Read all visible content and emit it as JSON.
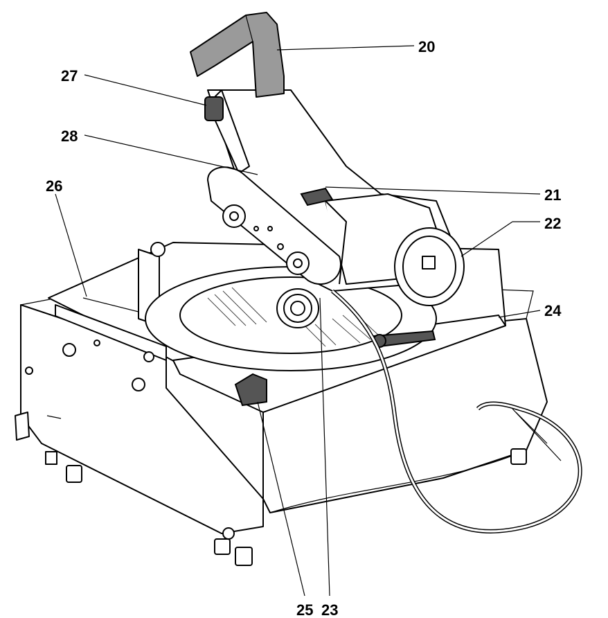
{
  "callouts": [
    {
      "id": "20",
      "label": "20"
    },
    {
      "id": "21",
      "label": "21"
    },
    {
      "id": "22",
      "label": "22"
    },
    {
      "id": "23",
      "label": "23"
    },
    {
      "id": "24",
      "label": "24"
    },
    {
      "id": "25",
      "label": "25"
    },
    {
      "id": "26",
      "label": "26"
    },
    {
      "id": "27",
      "label": "27"
    },
    {
      "id": "28",
      "label": "28"
    }
  ],
  "colors": {
    "ink": "#000000",
    "handle_fill": "#9a9a9a",
    "background": "#ffffff"
  }
}
